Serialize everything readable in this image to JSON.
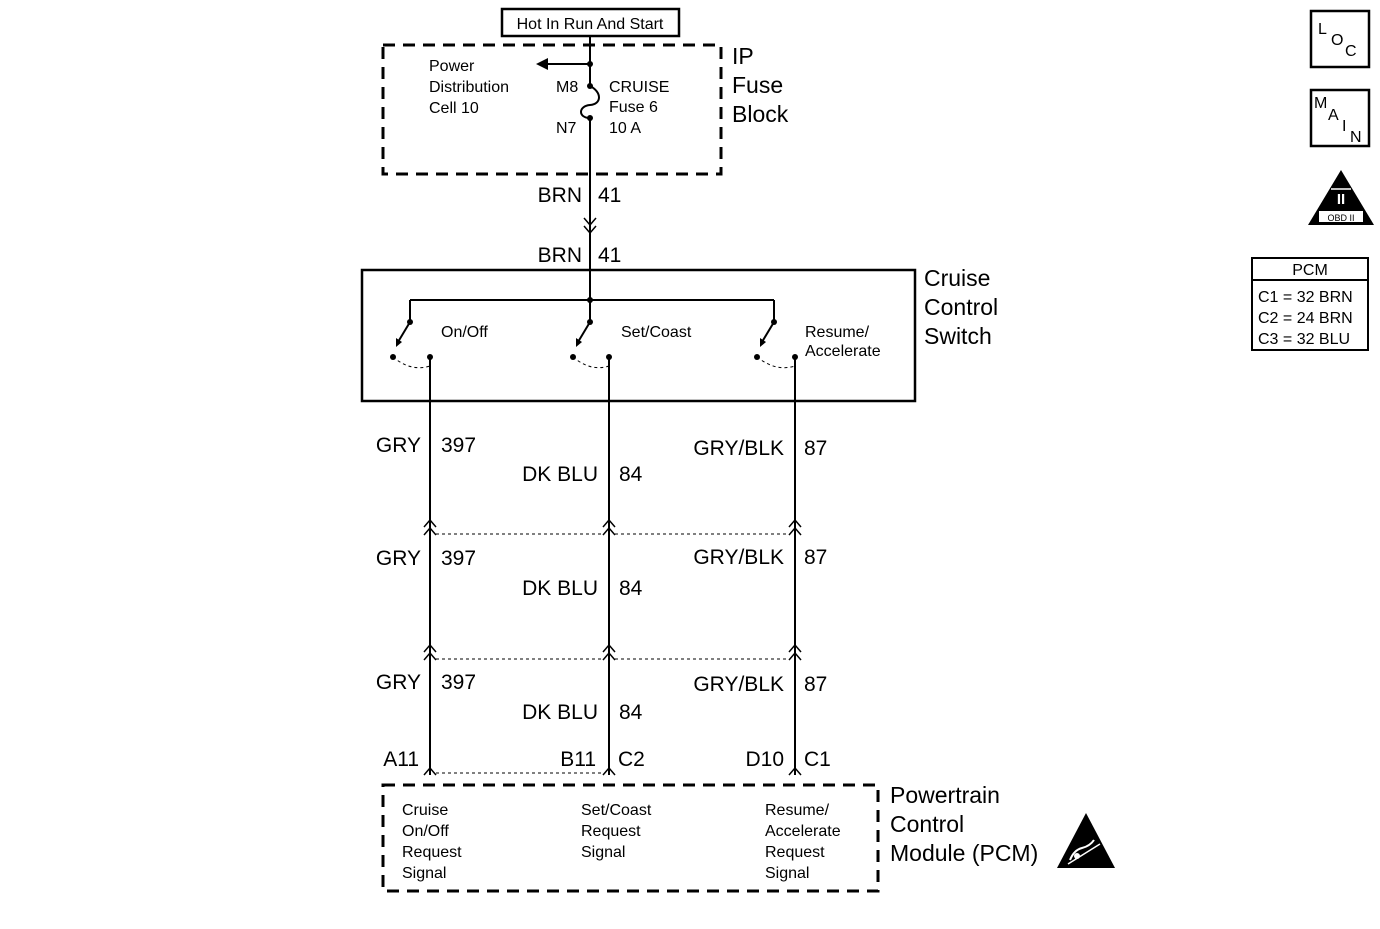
{
  "power_source": {
    "label": "Hot In Run And Start"
  },
  "fuse_block": {
    "title_lines": [
      "IP",
      "Fuse",
      "Block"
    ],
    "pdc_lines": [
      "Power",
      "Distribution",
      "Cell 10"
    ],
    "pin_in": "M8",
    "pin_out": "N7",
    "fuse_lines": [
      "CRUISE",
      "Fuse 6",
      "10 A"
    ]
  },
  "feed_wire": {
    "color": "BRN",
    "circuit": "41"
  },
  "switch": {
    "title_lines": [
      "Cruise",
      "Control",
      "Switch"
    ],
    "contacts": [
      {
        "label_lines": [
          "On/Off"
        ]
      },
      {
        "label_lines": [
          "Set/Coast"
        ]
      },
      {
        "label_lines": [
          "Resume/",
          "Accelerate"
        ]
      }
    ]
  },
  "wires": [
    {
      "color": "GRY",
      "circuit": "397"
    },
    {
      "color": "DK BLU",
      "circuit": "84"
    },
    {
      "color": "GRY/BLK",
      "circuit": "87"
    }
  ],
  "pcm_pins": {
    "left_terminal": "A11",
    "middle_terminal": "B11",
    "middle_connector": "C2",
    "right_terminal": "D10",
    "right_connector": "C1"
  },
  "pcm": {
    "title_lines": [
      "Powertrain",
      "Control",
      "Module (PCM)"
    ],
    "inputs": [
      {
        "label_lines": [
          "Cruise",
          "On/Off",
          "Request",
          "Signal"
        ]
      },
      {
        "label_lines": [
          "Set/Coast",
          "Request",
          "Signal"
        ]
      },
      {
        "label_lines": [
          "Resume/",
          "Accelerate",
          "Request",
          "Signal"
        ]
      }
    ]
  },
  "side_icons": {
    "loc_letters": [
      "L",
      "O",
      "C"
    ],
    "main_letters": [
      "M",
      "A",
      "I",
      "N"
    ],
    "obd_numeral": "II",
    "obd_label": "OBD II"
  },
  "connector_table": {
    "title": "PCM",
    "rows": [
      "C1 = 32 BRN",
      "C2 = 24 BRN",
      "C3 = 32 BLU"
    ]
  }
}
